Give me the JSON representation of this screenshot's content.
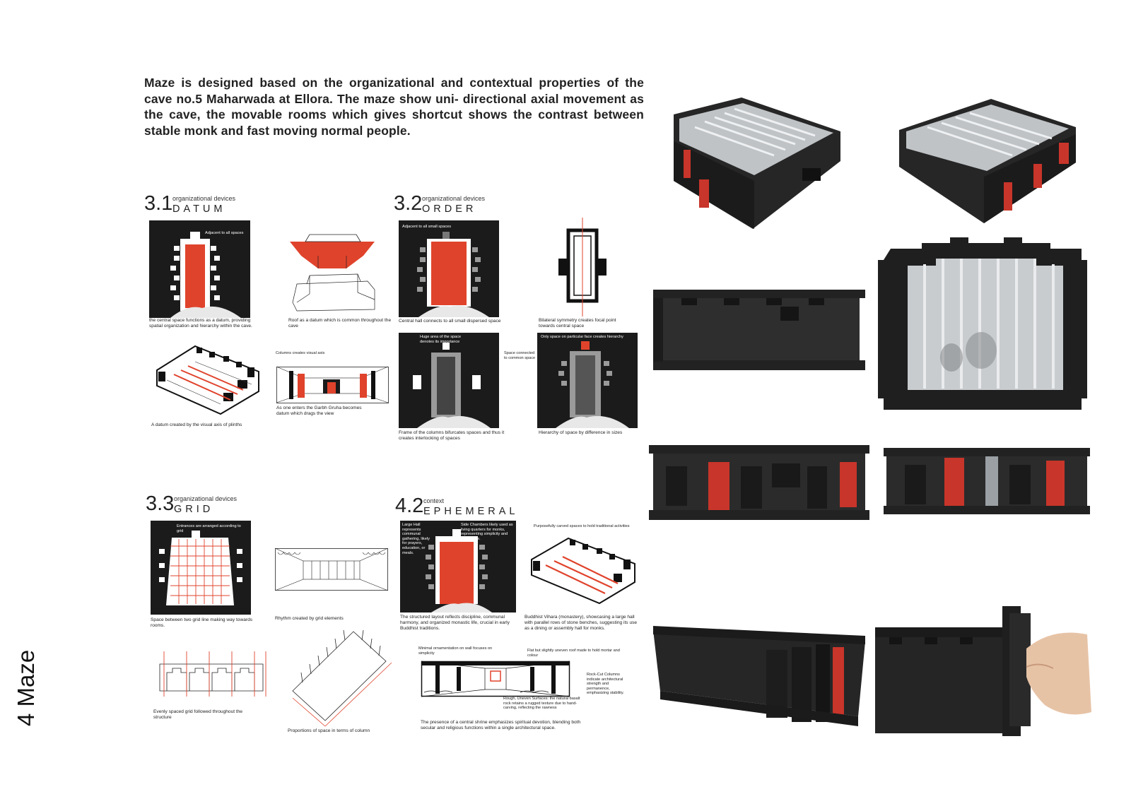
{
  "intro_text": "Maze is designed based on the organizational and contextual properties of the cave no.5 Maharwada at Ellora. The maze show uni- directional axial movement as the cave, the movable rooms which gives shortcut shows the contrast between stable monk and fast moving normal people.",
  "side_title": "4 Maze",
  "sections": [
    {
      "num": "3.1",
      "sub": "organizational devices",
      "title": "DATUM"
    },
    {
      "num": "3.2",
      "sub": "organizational devices",
      "title": "ORDER"
    },
    {
      "num": "3.3",
      "sub": "organizational devices",
      "title": "GRID"
    },
    {
      "num": "4.2",
      "sub": "context",
      "title": "EPHEMERAL"
    }
  ],
  "datum": {
    "plan_label": "Adjacent to all spaces",
    "plan_caption": "the central space functions as a datum, providing spatial organization and hierarchy within the cave.",
    "roof_caption": "Roof as a datum which is common throughout the cave",
    "axis_caption": "A datum created by the visual axis of plinths",
    "columns_label": "Columns creates visual axis",
    "columns_caption": "As one enters the Garbh Gruha becomes datum which drags the view"
  },
  "order": {
    "plan1_label": "Adjacent to all small spaces",
    "plan1_caption": "Central hall connects to all small dispersed space",
    "symmetry_caption": "Bilateral symmetry creates focal point towards central space",
    "plan2_label": "Huge area of the space denotes its importance",
    "plan2_caption": "Frame of the columns bifurcates spaces and thus it creates interlocking of spaces",
    "connector_label": "Space connected to common space",
    "plan3_label": "Only space on particular face creates hierarchy",
    "plan3_caption": "Hierarchy of space by difference in sizes"
  },
  "grid": {
    "plan_label": "Entrances are arranged according to grid",
    "plan_caption": "Space between two grid line making way towards rooms.",
    "rhythm_caption": "Rhythm created by grid elements",
    "elevation_caption": "Evenly spaced grid followed throughout the structure",
    "proportion_caption": "Proportions of space in terms of column"
  },
  "ephemeral": {
    "label_large_hall": "Large Hall represents communal gathering, likely for prayers, education, or meals.",
    "label_side_chambers": "Side Chambers likely used as living quarters for monks, representing simplicity and ascetic life.",
    "plan_caption": "The structured layout reflects discipline, communal harmony, and organized monastic life, crucial in early Buddhist traditions.",
    "iso_label": "Purposefully carved spaces to hold traditional activities",
    "iso_caption": "Buddhist Vihara (monastery), showcasing a large hall with parallel rows of stone benches, suggesting its use as a dining or assembly hall for monks.",
    "section_label_1": "Minimal ornamentation on wall focuses on simplicity",
    "section_label_2": "Flat but slightly uneven roof made to hold mortar and colour",
    "section_label_3": "Rock-Cut Columns indicate architectural strength and permanence, emphasizing stability.",
    "section_label_4": "Rough, Uneven Surfaces: the natural basalt rock retains a rugged texture due to hand-carving, reflecting the rawness",
    "section_caption": "The presence of a central shrine emphasizes spiritual devotion, blending both secular and religious functions within a single architectural space."
  },
  "colors": {
    "accent": "#e0432c",
    "dark": "#1b1b1b",
    "model": "#262626"
  }
}
